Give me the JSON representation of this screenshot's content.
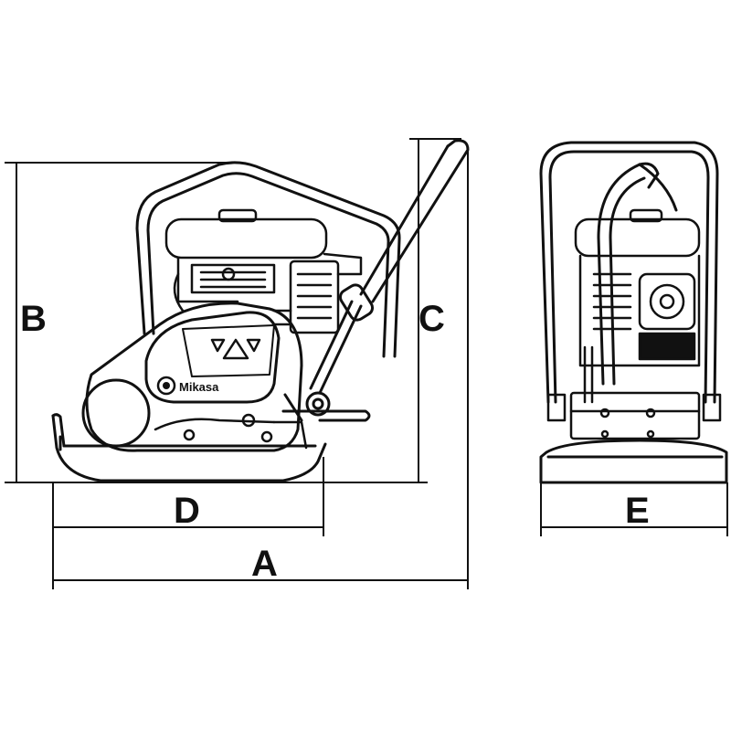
{
  "dimensions": {
    "A": "A",
    "B": "B",
    "C": "C",
    "D": "D",
    "E": "E"
  },
  "logo_text": "Mikasa",
  "colors": {
    "line": "#111111",
    "background": "#ffffff"
  }
}
